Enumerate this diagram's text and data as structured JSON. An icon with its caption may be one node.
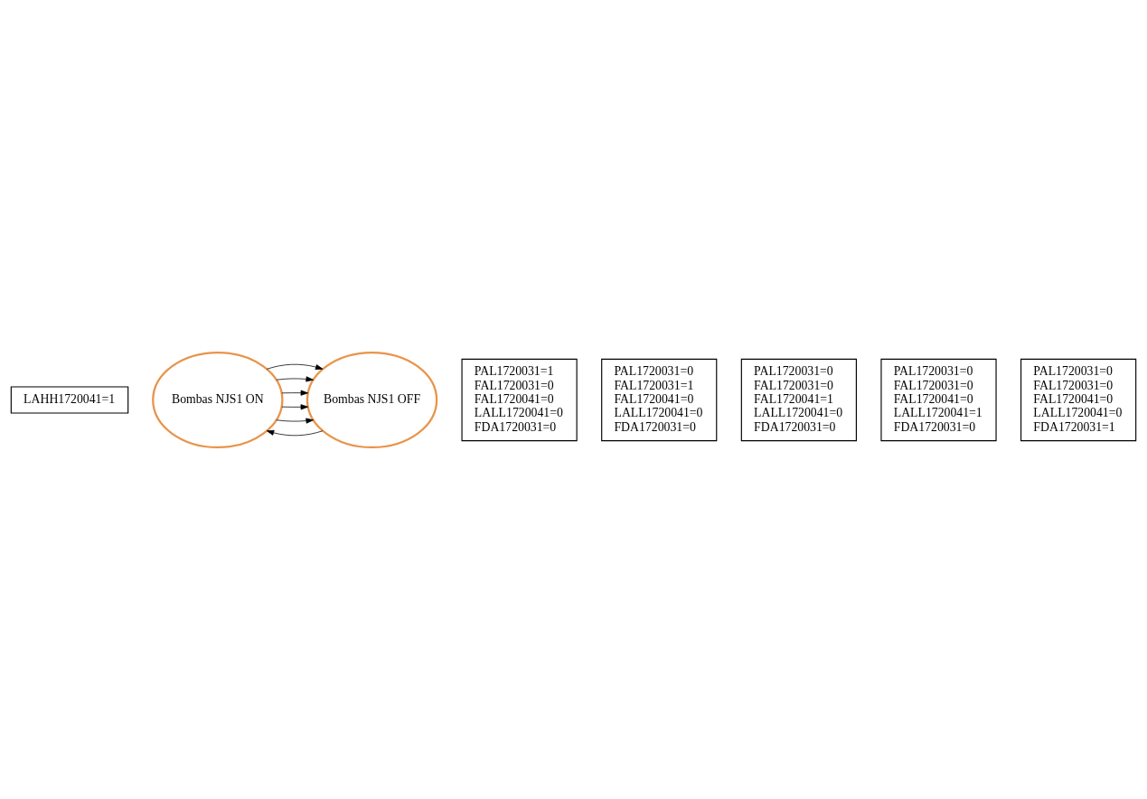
{
  "diagram": {
    "nodes": [
      {
        "text": [
          "LAHH1720041=1"
        ]
      },
      {
        "text": [
          "Bombas NJS1 ON"
        ]
      },
      {
        "text": [
          "Bombas NJS1 OFF"
        ]
      },
      {
        "text": [
          "PAL1720031=1",
          "FAL1720031=0",
          "FAL1720041=0",
          "LALL1720041=0",
          "FDA1720031=0"
        ]
      },
      {
        "text": [
          "PAL1720031=0",
          "FAL1720031=1",
          "FAL1720041=0",
          "LALL1720041=0",
          "FDA1720031=0"
        ]
      },
      {
        "text": [
          "PAL1720031=0",
          "FAL1720031=0",
          "FAL1720041=1",
          "LALL1720041=0",
          "FDA1720031=0"
        ]
      },
      {
        "text": [
          "PAL1720031=0",
          "FAL1720031=0",
          "FAL1720041=0",
          "LALL1720041=1",
          "FDA1720031=0"
        ]
      },
      {
        "text": [
          "PAL1720031=0",
          "FAL1720031=0",
          "FAL1720041=0",
          "LALL1720041=0",
          "FDA1720031=1"
        ]
      }
    ],
    "edges": [
      {
        "from": 2,
        "to": 1,
        "arrow": "to"
      },
      {
        "from": 1,
        "to": 2,
        "arrow": "to"
      },
      {
        "from": 1,
        "to": 2,
        "arrow": "to"
      },
      {
        "from": 1,
        "to": 2,
        "arrow": "to"
      },
      {
        "from": 1,
        "to": 2,
        "arrow": "to"
      },
      {
        "from": 1,
        "to": 2,
        "arrow": "to"
      }
    ]
  }
}
